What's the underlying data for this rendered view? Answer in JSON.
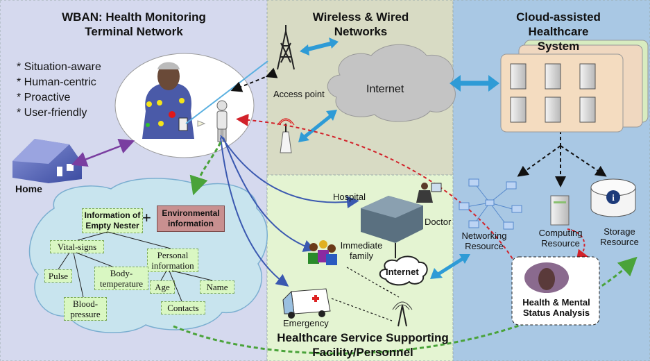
{
  "sections": {
    "wban_title": "WBAN: Health Monitoring Terminal Network",
    "network_title": "Wireless & Wired Networks",
    "cloud_title": "Cloud-assisted Healthcare System",
    "service_title": "Healthcare Service Supporting Facility/Personnel"
  },
  "features": [
    "* Situation-aware",
    "* Human-centric",
    "* Proactive",
    "* User-friendly"
  ],
  "labels": {
    "home": "Home",
    "access_point": "Access point",
    "internet_cloud": "Internet",
    "internet_small": "Internet",
    "hospital": "Hospital",
    "doctor": "Doctor",
    "immediate_family": "Immediate family",
    "emergency": "Emergency",
    "networking_resource": "Networking Resource",
    "computing_resource": "Computing Resource",
    "storage_resource": "Storage Resource",
    "analysis": "Health & Mental Status Analysis"
  },
  "info_tree": {
    "empty_nester": "Information of Empty Nester",
    "plus": "+",
    "environmental": "Environmental information",
    "vital_signs": "Vital-signs",
    "personal_info": "Personal information",
    "pulse": "Pulse",
    "body_temp": "Body-temperature",
    "blood_pressure": "Blood-pressure",
    "age": "Age",
    "name": "Name",
    "contacts": "Contacts"
  },
  "colors": {
    "wban_bg": "#d5d9ee",
    "network_bg": "#d8dbc4",
    "cloud_bg": "#a9c8e4",
    "service_bg": "#e4f4d2",
    "cloud_blob": "#c8e4ee",
    "arrow_blue": "#2e9bd6",
    "arrow_navy": "#3a58b0",
    "arrow_green": "#4aa33a",
    "arrow_red": "#d2222a",
    "arrow_purple": "#7a3ea0"
  }
}
